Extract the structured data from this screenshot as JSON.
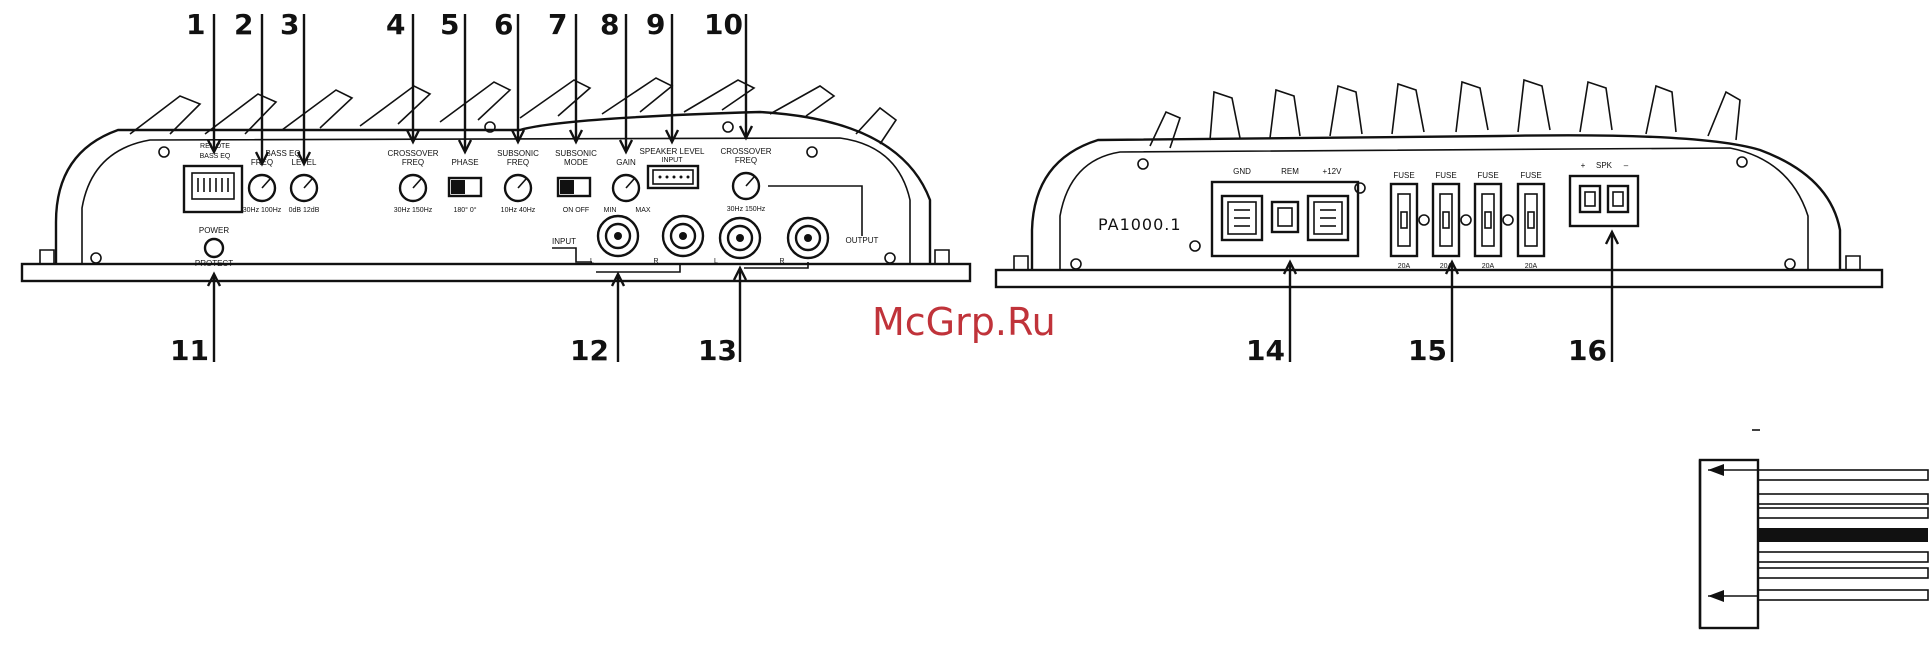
{
  "callouts": {
    "n1": "1",
    "n2": "2",
    "n3": "3",
    "n4": "4",
    "n5": "5",
    "n6": "6",
    "n7": "7",
    "n8": "8",
    "n9": "9",
    "n10": "10",
    "n11": "11",
    "n12": "12",
    "n13": "13",
    "n14": "14",
    "n15": "15",
    "n16": "16"
  },
  "front_panel": {
    "remote": "REMOTE",
    "bass_eq_small": "BASS EQ",
    "bass_eq": "BASS EQ",
    "freq": "FREQ",
    "freq_range": "30Hz 100Hz",
    "level": "LEVEL",
    "level_range": "0dB 12dB",
    "crossover1_line1": "CROSSOVER",
    "crossover1_line2": "FREQ",
    "crossover1_range": "30Hz 150Hz",
    "phase": "PHASE",
    "phase_range": "180°   0°",
    "subsonic_freq_line1": "SUBSONIC",
    "subsonic_freq_line2": "FREQ",
    "subsonic_freq_range": "10Hz 40Hz",
    "subsonic_mode_line1": "SUBSONIC",
    "subsonic_mode_line2": "MODE",
    "subsonic_mode_range": "ON  OFF",
    "gain": "GAIN",
    "gain_min": "MIN",
    "gain_max": "MAX",
    "speaker_level_line1": "SPEAKER LEVEL",
    "speaker_level_line2": "INPUT",
    "crossover2_line1": "CROSSOVER",
    "crossover2_line2": "FREQ",
    "crossover2_range": "30Hz 150Hz",
    "power": "POWER",
    "protect": "PROTECT",
    "input": "INPUT",
    "output": "OUTPUT",
    "in_l": "L",
    "in_r": "R",
    "out_l": "L",
    "out_r": "R"
  },
  "rear_panel": {
    "model": "PA1000.1",
    "gnd": "GND",
    "rem": "REM",
    "plus12v": "+12V",
    "fuse_label": "FUSE",
    "fuse_rating": "20A",
    "spk": "SPK",
    "spk_plus": "+",
    "spk_minus": "–"
  },
  "watermark": "McGrp.Ru",
  "colors": {
    "line": "#111111",
    "watermark": "#c0333a",
    "background": "#ffffff"
  }
}
